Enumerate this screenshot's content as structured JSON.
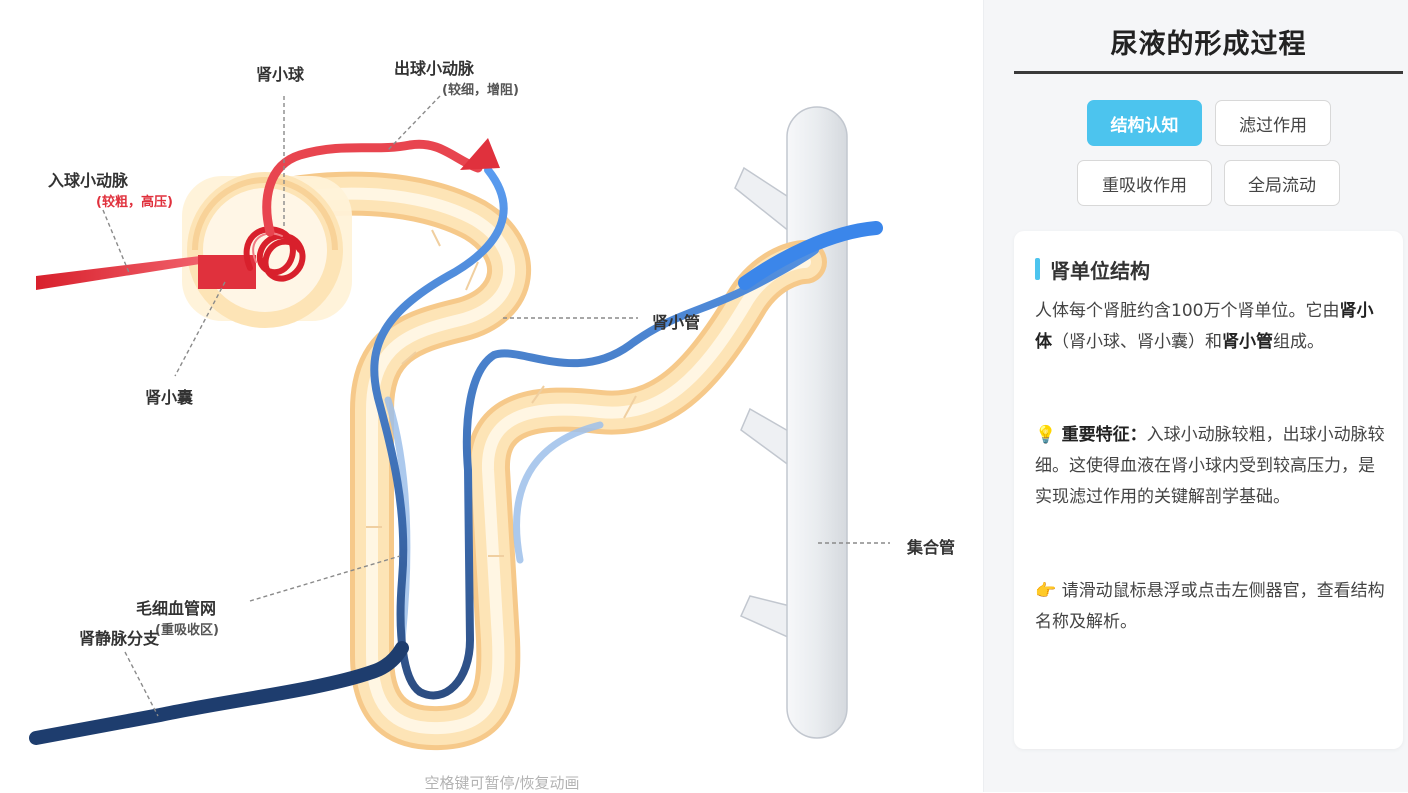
{
  "diagram": {
    "labels": {
      "glomerulus": "肾小球",
      "efferent": "出球小动脉",
      "efferent_note": "(较细，增阻)",
      "afferent": "入球小动脉",
      "afferent_note": "(较粗，高压)",
      "capsule": "肾小囊",
      "tubule": "肾小管",
      "collecting_duct": "集合管",
      "capillary": "毛细血管网",
      "capillary_note": "(重吸收区)",
      "vein": "肾静脉分支"
    },
    "hint": "空格键可暂停/恢复动画",
    "colors": {
      "artery": "#e0313d",
      "vein": "#1e3d6e",
      "capillary": "#4f8fe0",
      "tubule": "#fde0a8",
      "duct": "#e9ecef"
    }
  },
  "panel": {
    "title": "尿液的形成过程",
    "tabs": [
      {
        "label": "结构认知",
        "active": true
      },
      {
        "label": "滤过作用",
        "active": false
      },
      {
        "label": "重吸收作用",
        "active": false
      },
      {
        "label": "全局流动",
        "active": false
      }
    ],
    "card": {
      "heading": "肾单位结构",
      "p1": {
        "t1": "人体每个肾脏约含100万个肾单位。它由",
        "b1": "肾小体",
        "t2": "（肾小球、肾小囊）和",
        "b2": "肾小管",
        "t3": "组成。"
      },
      "p2": {
        "icon": "💡",
        "label": "重要特征：",
        "text": "入球小动脉较粗，出球小动脉较细。这使得血液在肾小球内受到较高压力，是实现滤过作用的关键解剖学基础。"
      },
      "p3": {
        "icon": "👉",
        "text": "请滑动鼠标悬浮或点击左侧器官，查看结构名称及解析。"
      }
    }
  }
}
